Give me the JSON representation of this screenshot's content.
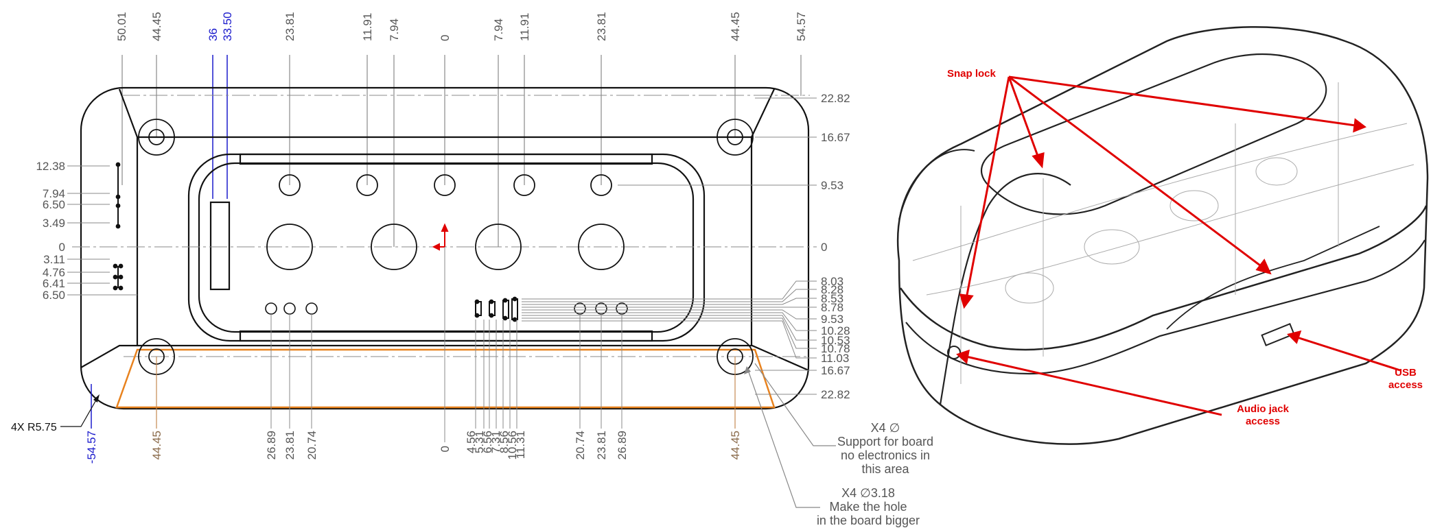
{
  "drawing": {
    "top_dims": [
      "50.01",
      "44.45",
      "36",
      "33.50",
      "23.81",
      "11.91",
      "7.94",
      "0",
      "7.94",
      "11.91",
      "23.81",
      "44.45",
      "54.57"
    ],
    "bottom_dims": [
      "-54.57",
      "44.45",
      "26.89",
      "23.81",
      "20.74",
      "0",
      "4.56",
      "5.31",
      "6.56",
      "7.31",
      "8.56",
      "10.56",
      "11.31",
      "20.74",
      "23.81",
      "26.89",
      "44.45"
    ],
    "right_dims": [
      "22.82",
      "16.67",
      "9.53",
      "0",
      "8.03",
      "8.28",
      "8.53",
      "8.78",
      "9.53",
      "10.28",
      "10.53",
      "10.78",
      "11.03",
      "16.67",
      "22.82"
    ],
    "left_dims": [
      "12.38",
      "7.94",
      "6.50",
      "3.49",
      "0",
      "3.11",
      "4.76",
      "6.41",
      "6.50"
    ],
    "radius_callout": "4X R5.75",
    "note_support": [
      "X4 ∅",
      "Support for board",
      "no electronics in",
      "this area"
    ],
    "note_hole": [
      "X4 ∅3.18",
      "Make the hole",
      "in the board bigger"
    ]
  },
  "render": {
    "snap_lock": "Snap lock",
    "usb": [
      "USB",
      "access"
    ],
    "audio": [
      "Audio jack",
      "access"
    ]
  },
  "colors": {
    "line": "#111111",
    "dimline": "#777777",
    "blue": "#1a1acc",
    "orange": "#e8821e",
    "red": "#e00000"
  }
}
